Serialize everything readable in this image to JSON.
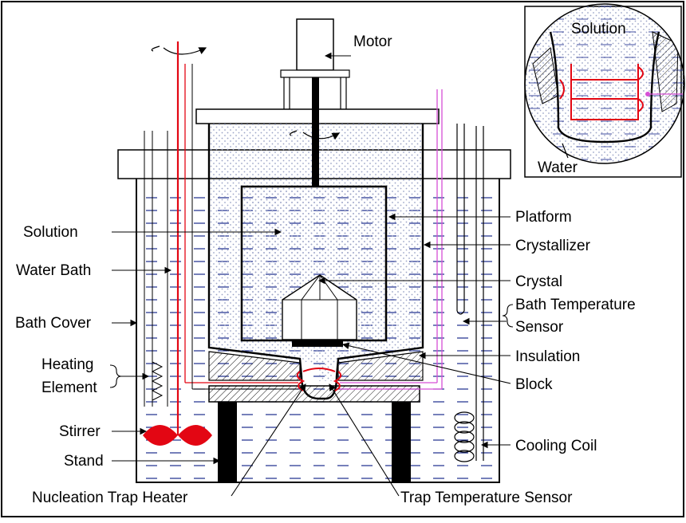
{
  "labels": {
    "motor": "Motor",
    "solution": "Solution",
    "water_bath": "Water Bath",
    "bath_cover": "Bath Cover",
    "heating_element_1": "Heating",
    "heating_element_2": "Element",
    "stirrer": "Stirrer",
    "stand": "Stand",
    "nucleation_trap_heater": "Nucleation Trap Heater",
    "trap_temperature_sensor": "Trap Temperature Sensor",
    "platform": "Platform",
    "crystallizer": "Crystallizer",
    "crystal": "Crystal",
    "bath_temp_1": "Bath Temperature",
    "bath_temp_2": "Sensor",
    "insulation": "Insulation",
    "block": "Block",
    "cooling_coil": "Cooling Coil"
  },
  "inset": {
    "solution": "Solution",
    "water": "Water"
  },
  "colors": {
    "heater_red": "#e30613",
    "sensor_pink": "#d64fd6",
    "dash_blue": "#1a2a8c",
    "dot_grey": "#9aa3c6",
    "line": "#000000"
  }
}
